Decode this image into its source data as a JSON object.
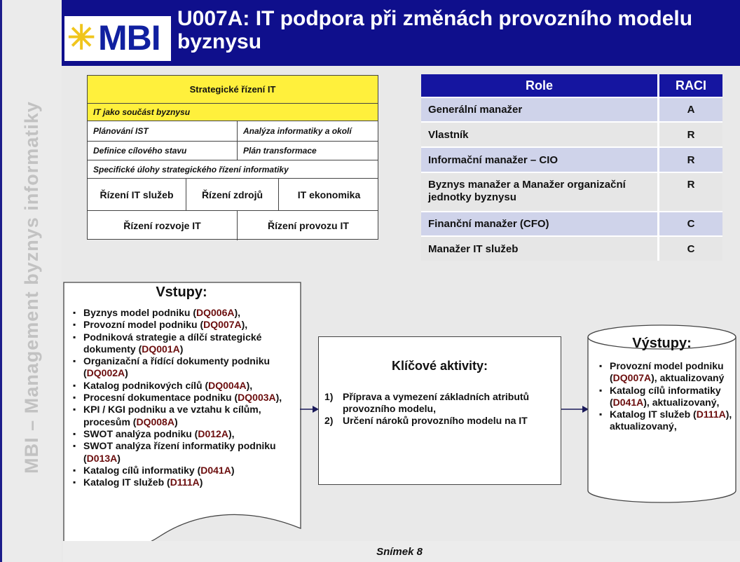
{
  "sidebar": {
    "vertical_text": "MBI – Management byznys informatiky"
  },
  "header": {
    "logo_text": "MBI",
    "title": "U007A: IT podpora při změnách provozního modelu byznysu"
  },
  "strategic_box": {
    "header": "Strategické řízení IT",
    "subheader": "IT jako součást byznysu",
    "row1": [
      "Plánování IST",
      "Analýza informatiky a okolí"
    ],
    "row2": [
      "Definice cílového stavu",
      "Plán transformace"
    ],
    "specific": "Specifické úlohy strategického řízení informatiky",
    "row3": [
      "Řízení IT služeb",
      "Řízení  zdrojů",
      "IT ekonomika"
    ],
    "row4": [
      "Řízení rozvoje IT",
      "Řízení provozu IT"
    ]
  },
  "raci": {
    "headers": [
      "Role",
      "RACI"
    ],
    "rows": [
      {
        "role": "Generální manažer",
        "raci": "A"
      },
      {
        "role": "Vlastník",
        "raci": "R"
      },
      {
        "role": "Informační manažer – CIO",
        "raci": "R"
      },
      {
        "role": "Byznys manažer a Manažer organizační jednotky byznysu",
        "raci": "R"
      },
      {
        "role": "Finanční manažer (CFO)",
        "raci": "C"
      },
      {
        "role": "Manažer IT služeb",
        "raci": "C"
      }
    ]
  },
  "inputs": {
    "title": "Vstupy:",
    "items": [
      {
        "text": "Byznys model podniku (",
        "code": "DQ006A",
        "tail": "),"
      },
      {
        "text": "Provozní model podniku (",
        "code": "DQ007A",
        "tail": "),"
      },
      {
        "text": "Podniková strategie a dílčí strategické dokumenty (",
        "code": "DQ001A",
        "tail": ")"
      },
      {
        "text": "Organizační a řídící dokumenty podniku (",
        "code": "DQ002A",
        "tail": ")"
      },
      {
        "text": "Katalog podnikových cílů (",
        "code": "DQ004A",
        "tail": "),"
      },
      {
        "text": "Procesní dokumentace podniku (",
        "code": "DQ003A",
        "tail": "),"
      },
      {
        "text": "KPI / KGI podniku a ve vztahu k cílům, procesům (",
        "code": "DQ008A",
        "tail": ")"
      },
      {
        "text": "SWOT analýza podniku (",
        "code": "D012A",
        "tail": "),"
      },
      {
        "text": "SWOT analýza řízení informatiky podniku (",
        "code": "D013A",
        "tail": ")"
      },
      {
        "text": "Katalog cílů informatiky (",
        "code": "D041A",
        "tail": ")"
      },
      {
        "text": "Katalog IT služeb (",
        "code": "D111A",
        "tail": ")"
      }
    ]
  },
  "activities": {
    "title": "Klíčové aktivity:",
    "items": [
      {
        "num": "1)",
        "text": "Příprava a vymezení základních atributů provozního modelu,"
      },
      {
        "num": "2)",
        "text": "Určení nároků provozního modelu na IT"
      }
    ]
  },
  "outputs": {
    "title": "Výstupy:",
    "items": [
      {
        "text": "Provozní model podniku (",
        "code": "DQ007A",
        "tail": "), aktualizovaný"
      },
      {
        "text": "Katalog cílů informatiky (",
        "code": "D041A",
        "tail": "), aktualizovaný,"
      },
      {
        "text": "Katalog IT služeb (",
        "code": "D111A",
        "tail": "), aktualizovaný,"
      }
    ]
  },
  "footer": {
    "slide": "Snímek  8"
  },
  "colors": {
    "header_bg": "#0f0f8c",
    "code": "#6b0d0d",
    "yellow": "#fff03c",
    "raci_header": "#1515a0"
  }
}
